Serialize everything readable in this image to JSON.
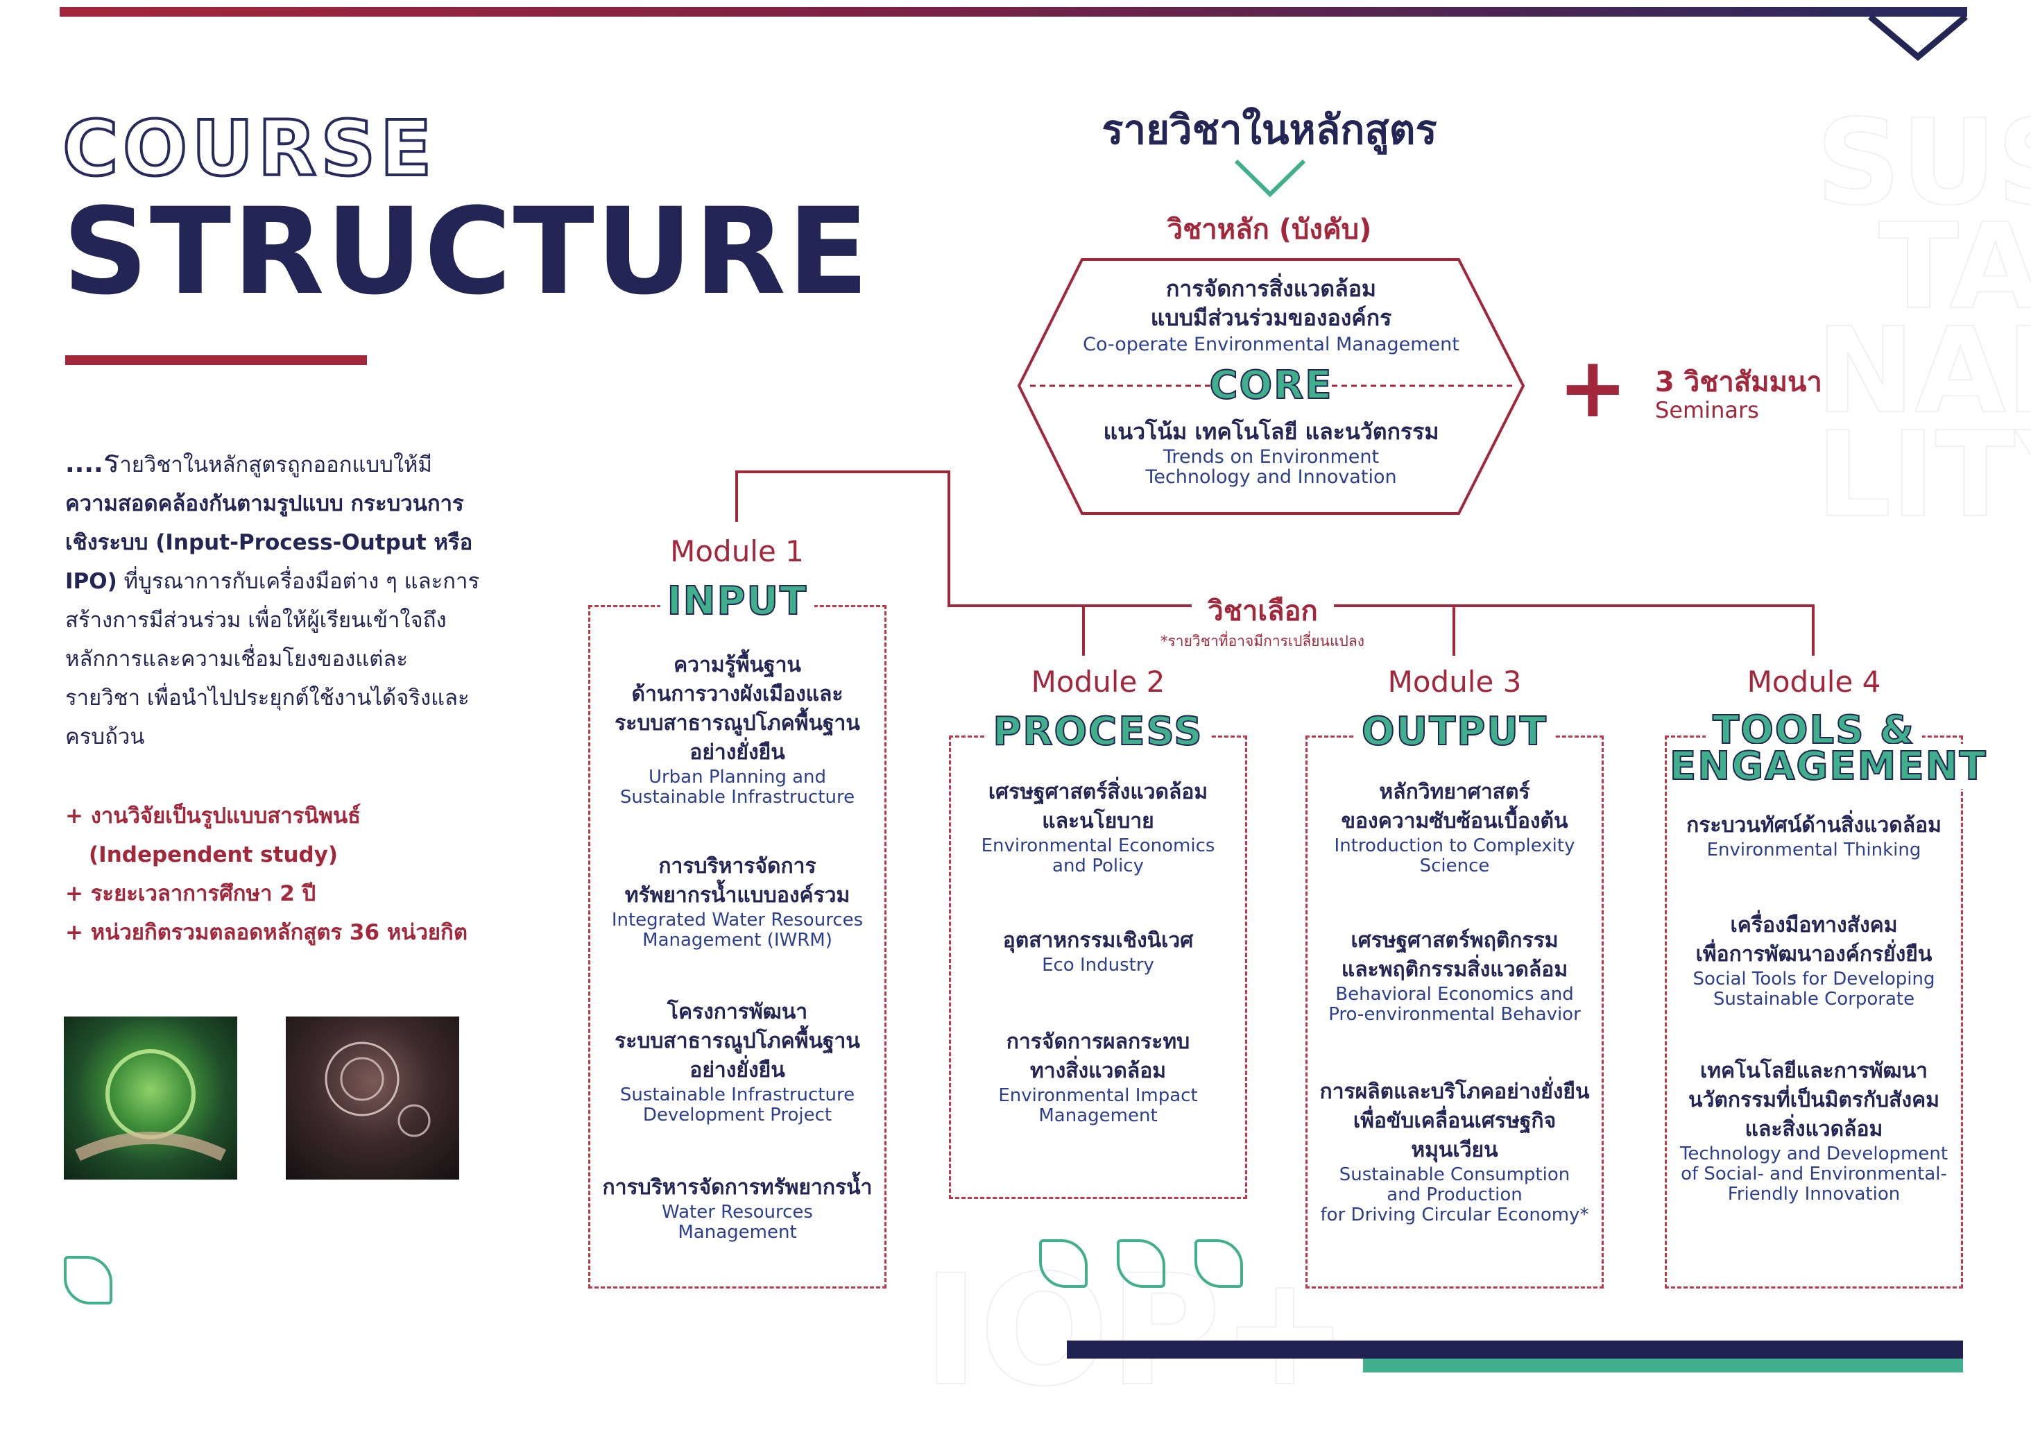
{
  "heading": {
    "line1": "COURSE",
    "line2": "STRUCTURE"
  },
  "intro": {
    "lead": "....",
    "cap": "ร",
    "part1": "ายวิชาในหลักสูตรถูกออกแบบให้มี",
    "bold": "ความสอดคล้องกันตามรูปแบบ กระบวนการเชิงระบบ (Input-Process-Output หรือ IPO)",
    "part2": " ที่บูรณาการกับเครื่องมือต่าง ๆ และการสร้างการมีส่วนร่วม เพื่อให้ผู้เรียนเข้าใจถึงหลักการและความเชื่อมโยงของแต่ละรายวิชา เพื่อนำไปประยุกต์ใช้งานได้จริงและครบถ้วน"
  },
  "bullets": [
    "+ งานวิจัยเป็นรูปแบบสารนิพนธ์",
    "(Independent study)",
    "+ ระยะเวลาการศึกษา 2 ปี",
    "+ หน่วยกิตรวมตลอดหลักสูตร 36 หน่วยกิต"
  ],
  "curriculum": {
    "title": "รายวิชาในหลักสูตร",
    "required_label": "วิชาหลัก (บังคับ)",
    "core_label": "CORE",
    "core_courses": [
      {
        "th": "การจัดการสิ่งแวดล้อมแบบมีส่วนร่วมขององค์กร",
        "th1": "การจัดการสิ่งแวดล้อม",
        "th2": "แบบมีส่วนร่วมขององค์กร",
        "en": "Co-operate Environmental Management"
      },
      {
        "th": "แนวโน้ม เทคโนโลยี และนวัตกรรม",
        "en1": "Trends on Environment",
        "en2": "Technology and Innovation"
      }
    ],
    "seminar": {
      "plus": "+",
      "th": "3 วิชาสัมมนา",
      "en": "Seminars"
    },
    "elective_label": "วิชาเลือก",
    "elective_note": "*รายวิชาที่อาจมีการเปลี่ยนแปลง"
  },
  "modules": [
    {
      "label": "Module 1",
      "title": "INPUT",
      "courses": [
        {
          "th": [
            "ความรู้พื้นฐาน",
            "ด้านการวางผังเมืองและ",
            "ระบบสาธารณูปโภคพื้นฐาน",
            "อย่างยั่งยืน"
          ],
          "en": [
            "Urban Planning and",
            "Sustainable Infrastructure"
          ]
        },
        {
          "th": [
            "การบริหารจัดการ",
            "ทรัพยากรน้ำแบบองค์รวม"
          ],
          "en": [
            "Integrated Water Resources",
            "Management (IWRM)"
          ]
        },
        {
          "th": [
            "โครงการพัฒนา",
            "ระบบสาธารณูปโภคพื้นฐาน",
            "อย่างยั่งยืน"
          ],
          "en": [
            "Sustainable Infrastructure",
            "Development Project"
          ]
        },
        {
          "th": [
            "การบริหารจัดการทรัพยากรน้ำ"
          ],
          "en": [
            "Water Resources",
            "Management"
          ]
        }
      ]
    },
    {
      "label": "Module 2",
      "title": "PROCESS",
      "courses": [
        {
          "th": [
            "เศรษฐศาสตร์สิ่งแวดล้อม",
            "และนโยบาย"
          ],
          "en": [
            "Environmental Economics",
            "and Policy"
          ]
        },
        {
          "th": [
            "อุตสาหกรรมเชิงนิเวศ"
          ],
          "en": [
            "Eco Industry"
          ]
        },
        {
          "th": [
            "การจัดการผลกระทบ",
            "ทางสิ่งแวดล้อม"
          ],
          "en": [
            "Environmental Impact",
            "Management"
          ]
        }
      ]
    },
    {
      "label": "Module 3",
      "title": "OUTPUT",
      "courses": [
        {
          "th": [
            "หลักวิทยาศาสตร์",
            "ของความซับซ้อนเบื้องต้น"
          ],
          "en": [
            "Introduction to Complexity",
            "Science"
          ]
        },
        {
          "th": [
            "เศรษฐศาสตร์พฤติกรรม",
            "และพฤติกรรมสิ่งแวดล้อม"
          ],
          "en": [
            "Behavioral Economics and",
            "Pro-environmental Behavior"
          ]
        },
        {
          "th": [
            "การผลิตและบริโภคอย่างยั่งยืน",
            "เพื่อขับเคลื่อนเศรษฐกิจ",
            "หมุนเวียน"
          ],
          "en": [
            "Sustainable Consumption",
            "and Production",
            "for Driving Circular Economy*"
          ]
        }
      ]
    },
    {
      "label": "Module 4",
      "title1": "TOOLS &",
      "title2": "ENGAGEMENT",
      "courses": [
        {
          "th": [
            "กระบวนทัศน์ด้านสิ่งแวดล้อม"
          ],
          "en": [
            "Environmental Thinking"
          ]
        },
        {
          "th": [
            "เครื่องมือทางสังคม",
            "เพื่อการพัฒนาองค์กรยั่งยืน"
          ],
          "en": [
            "Social Tools for Developing",
            "Sustainable Corporate"
          ]
        },
        {
          "th": [
            "เทคโนโลยีและการพัฒนา",
            "นวัตกรรมที่เป็นมิตรกับสังคม",
            "และสิ่งแวดล้อม"
          ],
          "en": [
            "Technology and Development",
            "of Social- and Environmental-",
            "Friendly Innovation"
          ]
        }
      ]
    }
  ],
  "watermarks": {
    "side": [
      "SUS",
      "TAI",
      "NAB",
      "LITY"
    ],
    "bottom": "IOP+"
  },
  "colors": {
    "navy": "#232554",
    "maroon": "#a3273a",
    "green": "#3fb08b"
  }
}
